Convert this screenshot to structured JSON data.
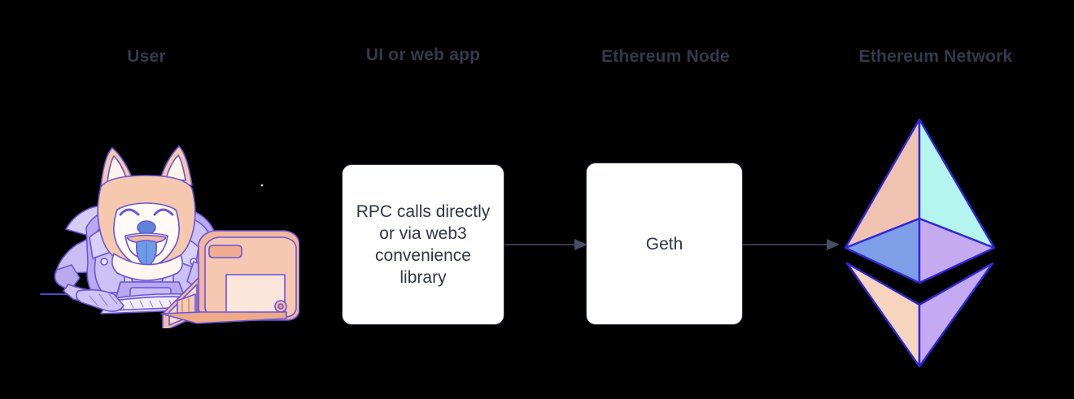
{
  "diagram": {
    "title": "Ethereum application stack flow",
    "background_color": "#000000",
    "heading_color": "#333a4a",
    "box_fill": "#ffffff",
    "box_border": "#2c3345",
    "arrow_color": "#474f63",
    "columns": [
      {
        "id": "user",
        "label": "User"
      },
      {
        "id": "ui",
        "label": "UI or web app"
      },
      {
        "id": "node",
        "label": "Ethereum Node"
      },
      {
        "id": "network",
        "label": "Ethereum Network"
      }
    ],
    "nodes": [
      {
        "id": "rpc",
        "label": "RPC calls directly\nor via web3\nconvenience\nlibrary",
        "shape": "rounded-rectangle"
      },
      {
        "id": "geth",
        "label": "Geth",
        "shape": "rounded-rectangle"
      }
    ],
    "edges": [
      {
        "from": "rpc",
        "to": "geth",
        "style": "solid",
        "arrowhead": "filled-triangle"
      },
      {
        "from": "geth",
        "to": "network",
        "style": "solid",
        "arrowhead": "filled-triangle"
      }
    ],
    "graphics": {
      "user_illustration": {
        "icon": "shiba-astronaut-at-computer-illustration",
        "description": "Smiling Shiba Inu wearing a purple spacesuit, typing at a retro beige desktop computer",
        "colors": {
          "fur": "#f6c9ae",
          "fur_light": "#fff6f0",
          "suit": "#b4a4ef",
          "suit_light": "#d6cdf7",
          "tongue": "#6f9ae8",
          "nose": "#5f83d6",
          "computer": "#f3b79c",
          "computer_light": "#fbe3d7",
          "outline": "#6a54d8"
        }
      },
      "ethereum_logo": {
        "icon": "ethereum-diamond-logo",
        "colors": {
          "top_left": "#efc3b0",
          "top_right": "#b4f6ef",
          "mid_left": "#7f9ee8",
          "mid_right": "#c5aaf0",
          "bottom_left": "#f6d4bd",
          "bottom_right": "#c3aaf2",
          "outline": "#2f27d9"
        }
      }
    }
  }
}
